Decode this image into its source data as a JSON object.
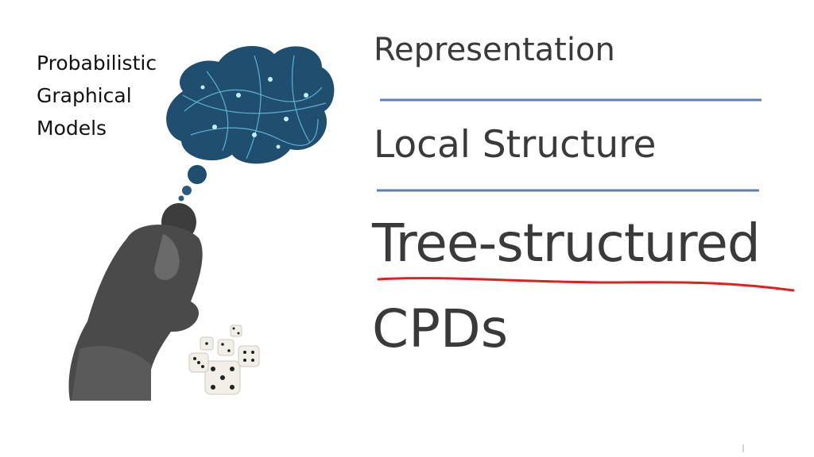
{
  "slide": {
    "course_title": "Probabilistic\nGraphical\nModels",
    "section_title": "Representation",
    "subsection_title": "Local Structure",
    "lecture_title_line1": "Tree-structured",
    "lecture_title_line2": "CPDs"
  },
  "colors": {
    "rule": "#5b7fb3",
    "underline": "#e02020",
    "text": "#3a3a3a",
    "cloud": "#1f4e6e",
    "network": "#6fd3f5"
  },
  "illustration": {
    "figure": "thinker-statue",
    "thought": "network-cloud",
    "objects": "dice"
  }
}
